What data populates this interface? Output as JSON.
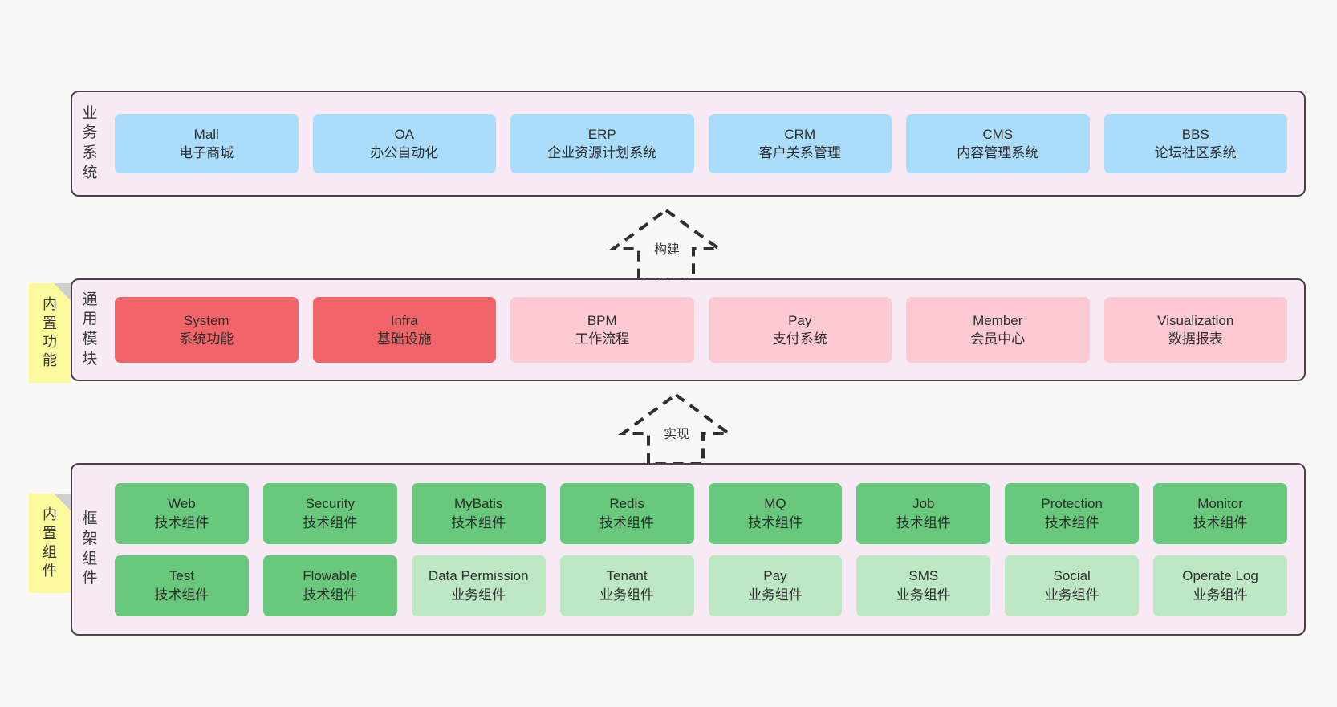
{
  "diagram": {
    "background": "#f8f8f7",
    "panel_fill": "#f7eaf4",
    "panel_border": "#4a414b",
    "note_fill": "#fcfa9c"
  },
  "layers": [
    {
      "key": "business",
      "label_chars": [
        "业",
        "务",
        "系",
        "统"
      ],
      "label_text": "业务系统",
      "cards": [
        {
          "t1": "Mall",
          "t2": "电子商城",
          "color": "#aadcfb"
        },
        {
          "t1": "OA",
          "t2": "办公自动化",
          "color": "#aadcfb"
        },
        {
          "t1": "ERP",
          "t2": "企业资源计划系统",
          "color": "#aadcfb"
        },
        {
          "t1": "CRM",
          "t2": "客户关系管理",
          "color": "#aadcfb"
        },
        {
          "t1": "CMS",
          "t2": "内容管理系统",
          "color": "#aadcfb"
        },
        {
          "t1": "BBS",
          "t2": "论坛社区系统",
          "color": "#aadcfb"
        }
      ]
    },
    {
      "key": "common",
      "label_chars": [
        "通",
        "用",
        "模",
        "块"
      ],
      "label_text": "通用模块",
      "note_chars": [
        "内",
        "置",
        "功",
        "能"
      ],
      "note_text": "内置功能",
      "cards": [
        {
          "t1": "System",
          "t2": "系统功能",
          "color": "#f0646a"
        },
        {
          "t1": "Infra",
          "t2": "基础设施",
          "color": "#f0646a"
        },
        {
          "t1": "BPM",
          "t2": "工作流程",
          "color": "#fdc9d2"
        },
        {
          "t1": "Pay",
          "t2": "支付系统",
          "color": "#fdc9d2"
        },
        {
          "t1": "Member",
          "t2": "会员中心",
          "color": "#fdc9d2"
        },
        {
          "t1": "Visualization",
          "t2": "数据报表",
          "color": "#fdc9d2"
        }
      ]
    },
    {
      "key": "framework",
      "label_chars": [
        "框",
        "架",
        "组",
        "件"
      ],
      "label_text": "框架组件",
      "note_chars": [
        "内",
        "置",
        "组",
        "件"
      ],
      "note_text": "内置组件",
      "rows": [
        [
          {
            "t1": "Web",
            "t2": "技术组件",
            "color": "#68c97c"
          },
          {
            "t1": "Security",
            "t2": "技术组件",
            "color": "#68c97c"
          },
          {
            "t1": "MyBatis",
            "t2": "技术组件",
            "color": "#68c97c"
          },
          {
            "t1": "Redis",
            "t2": "技术组件",
            "color": "#68c97c"
          },
          {
            "t1": "MQ",
            "t2": "技术组件",
            "color": "#68c97c"
          },
          {
            "t1": "Job",
            "t2": "技术组件",
            "color": "#68c97c"
          },
          {
            "t1": "Protection",
            "t2": "技术组件",
            "color": "#68c97c"
          },
          {
            "t1": "Monitor",
            "t2": "技术组件",
            "color": "#68c97c"
          }
        ],
        [
          {
            "t1": "Test",
            "t2": "技术组件",
            "color": "#68c97c"
          },
          {
            "t1": "Flowable",
            "t2": "技术组件",
            "color": "#68c97c"
          },
          {
            "t1": "Data Permission",
            "t2": "业务组件",
            "color": "#bee8c4",
            "wrap": true
          },
          {
            "t1": "Tenant",
            "t2": "业务组件",
            "color": "#bee8c4"
          },
          {
            "t1": "Pay",
            "t2": "业务组件",
            "color": "#bee8c4"
          },
          {
            "t1": "SMS",
            "t2": "业务组件",
            "color": "#bee8c4"
          },
          {
            "t1": "Social",
            "t2": "业务组件",
            "color": "#bee8c4"
          },
          {
            "t1": "Operate Log",
            "t2": "业务组件",
            "color": "#bee8c4"
          }
        ]
      ]
    }
  ],
  "connectors": [
    {
      "key": "build",
      "label": "构建"
    },
    {
      "key": "implement",
      "label": "实现"
    }
  ]
}
